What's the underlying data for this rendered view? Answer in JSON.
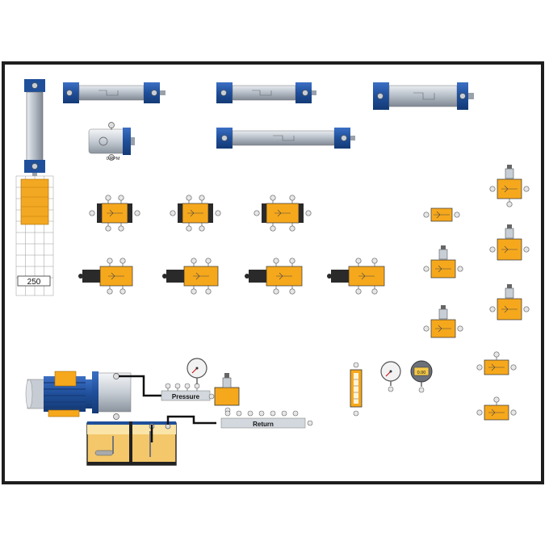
{
  "canvas": {
    "title": ""
  },
  "colors": {
    "frame": "#1e1e1e",
    "cylinder_blue": "#1f4f9a",
    "cylinder_body": "#b8bfc8",
    "valve_orange": "#f6a81c",
    "valve_dark": "#2a2a2a",
    "pipe": "#111111",
    "gauge_face": "#f2f2f2",
    "tank": "#f3c76a"
  },
  "vertical_cylinder": {
    "scale_value": "250"
  },
  "hydraulic_motor": {
    "rpm_label": "0 RPM"
  },
  "manifolds": {
    "pressure_label": "Pressure",
    "return_label": "Return"
  },
  "digital_gauge": {
    "value": "0.00"
  }
}
